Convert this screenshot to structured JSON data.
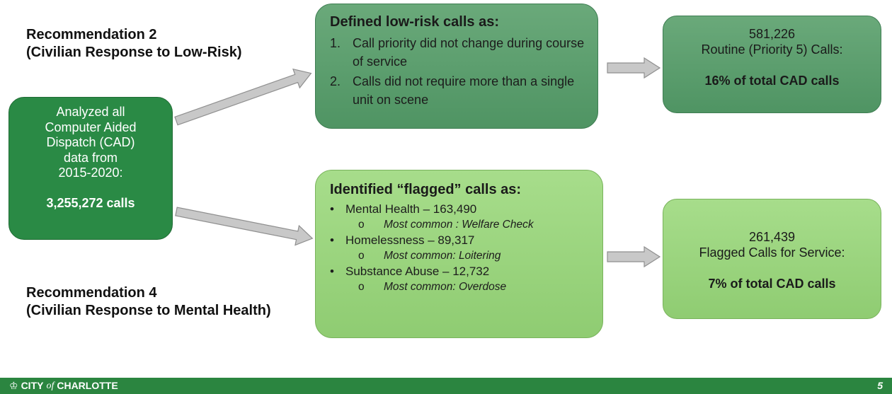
{
  "recommendations": {
    "rec2": {
      "title": "Recommendation 2",
      "subtitle": "(Civilian Response to Low-Risk)"
    },
    "rec4": {
      "title": "Recommendation 4",
      "subtitle": "(Civilian Response to Mental Health)"
    }
  },
  "source_box": {
    "lines": [
      "Analyzed all",
      "Computer Aided",
      "Dispatch (CAD)",
      "data from",
      "2015-2020:"
    ],
    "total": "3,255,272 calls"
  },
  "low_risk_box": {
    "heading": "Defined low-risk calls as:",
    "items": [
      {
        "num": "1.",
        "text": "Call priority did not change during course of service"
      },
      {
        "num": "2.",
        "text": "Calls did not require more than a single unit on scene"
      }
    ]
  },
  "flagged_box": {
    "heading": "Identified “flagged” calls as:",
    "bullet": "•",
    "sub_bullet": "o",
    "items": [
      {
        "text": "Mental Health – 163,490",
        "sub": "Most common : Welfare Check"
      },
      {
        "text": "Homelessness – 89,317",
        "sub": "Most common: Loitering"
      },
      {
        "text": "Substance Abuse – 12,732",
        "sub": "Most common: Overdose"
      }
    ]
  },
  "routine_result": {
    "count": "581,226",
    "label": "Routine (Priority 5) Calls:",
    "share": "16% of total CAD calls"
  },
  "flagged_result": {
    "count": "261,439",
    "label": "Flagged Calls for Service:",
    "share": "7% of total CAD calls"
  },
  "footer": {
    "crown_icon": "♔",
    "brand_city": "CITY",
    "brand_of": "of",
    "brand_name": "CHARLOTTE",
    "page_number": "5"
  },
  "colors": {
    "dark_green": "#2a8a45",
    "mid_green": "#5c9e6e",
    "light_green": "#9fd583",
    "footer_green": "#2b8540",
    "arrow_fill": "#c8c8c8",
    "arrow_stroke": "#8f8f8f"
  }
}
